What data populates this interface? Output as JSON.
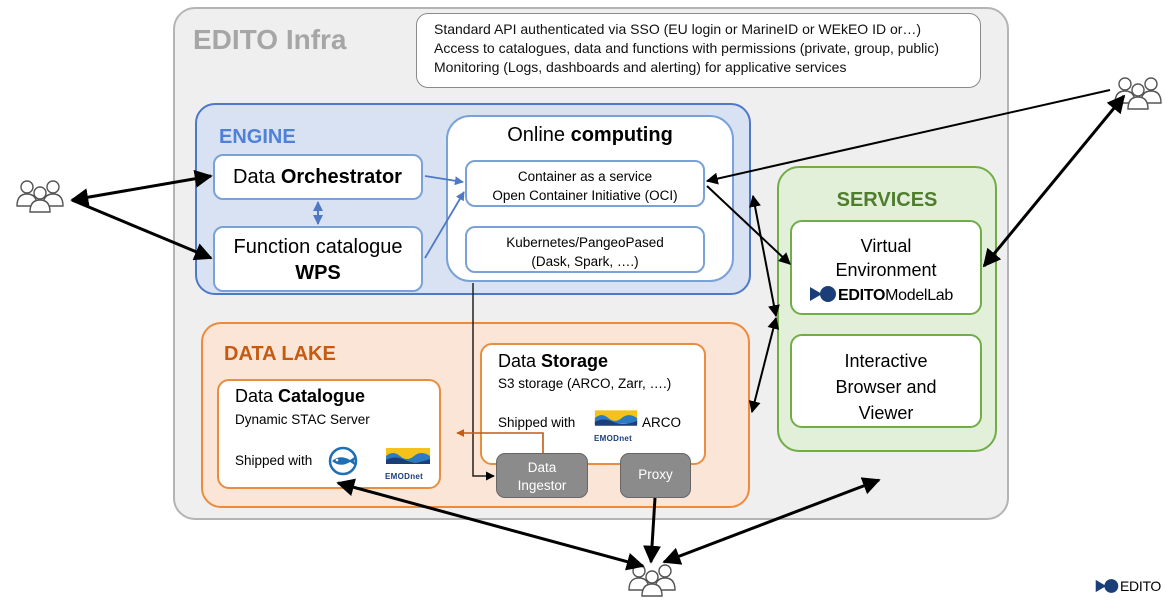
{
  "infra": {
    "title": "EDITO Infra"
  },
  "api_box": {
    "lines": [
      "Standard API authenticated via SSO (EU login or MarineID or WEkEO ID or…)",
      "Access to catalogues, data and functions with permissions (private, group, public)",
      "Monitoring (Logs, dashboards and alerting) for applicative services"
    ]
  },
  "engine": {
    "title": "ENGINE",
    "orchestrator": {
      "pre": "Data ",
      "bold": "Orchestrator"
    },
    "function_catalogue": {
      "line1": "Function catalogue",
      "line2": "WPS"
    },
    "computing": {
      "title_pre": "Online ",
      "title_bold": "computing",
      "container": {
        "line1": "Container as a service",
        "line2": "Open Container Initiative (OCI)"
      },
      "kubernetes": {
        "line1": "Kubernetes/PangeoPased",
        "line2": "(Dask, Spark, ….)"
      }
    }
  },
  "data_lake": {
    "title": "DATA LAKE",
    "catalogue": {
      "pre": "Data ",
      "bold": "Catalogue",
      "subtitle": "Dynamic STAC Server",
      "shipped": "Shipped with"
    },
    "storage": {
      "pre": "Data ",
      "bold": "Storage",
      "subtitle": "S3 storage (ARCO, Zarr, ….)",
      "shipped": "Shipped with",
      "suffix": "ARCO"
    },
    "ingestor": {
      "line1": "Data",
      "line2": "Ingestor"
    },
    "proxy": "Proxy"
  },
  "services": {
    "title": "SERVICES",
    "virtual_env": {
      "line1": "Virtual",
      "line2": "Environment"
    },
    "modellab": {
      "brand": "EDITO",
      "product": "ModelLab"
    },
    "browser": {
      "line1": "Interactive",
      "line2": "Browser and",
      "line3": "Viewer"
    }
  },
  "logos": {
    "emodnet": "EMODnet",
    "edito_footer": "EDITO"
  },
  "colors": {
    "engine_blue": "#4f81d9",
    "lake_orange": "#c55a11",
    "services_green": "#4e7e2c",
    "infra_grey": "#a6a6a6"
  }
}
